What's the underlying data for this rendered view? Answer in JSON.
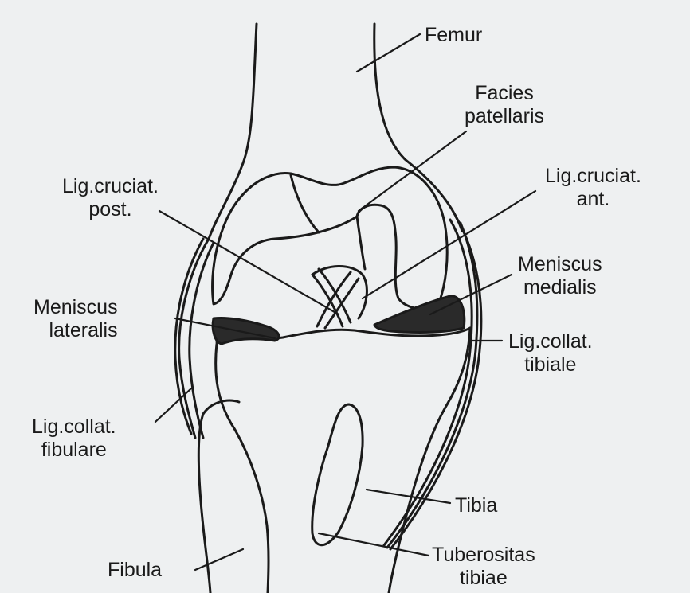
{
  "diagram": {
    "labels": {
      "femur": [
        "Femur"
      ],
      "facies_patellaris": [
        "Facies",
        "patellaris"
      ],
      "lig_cruciat_post": [
        "Lig.cruciat.",
        "post."
      ],
      "lig_cruciat_ant": [
        "Lig.cruciat.",
        "ant."
      ],
      "meniscus_medialis": [
        "Meniscus",
        "medialis"
      ],
      "meniscus_lateralis": [
        "Meniscus",
        "lateralis"
      ],
      "lig_collat_tibiale": [
        "Lig.collat.",
        "tibiale"
      ],
      "lig_collat_fibulare": [
        "Lig.collat.",
        "fibulare"
      ],
      "tibia": [
        "Tibia"
      ],
      "tuberositas_tibiae": [
        "Tuberositas",
        "tibiae"
      ],
      "fibula": [
        "Fibula"
      ]
    },
    "colors": {
      "ink": "#1a1a1a",
      "background": "#eef0f1",
      "meniscus_fill": "#2a2a2a"
    }
  }
}
